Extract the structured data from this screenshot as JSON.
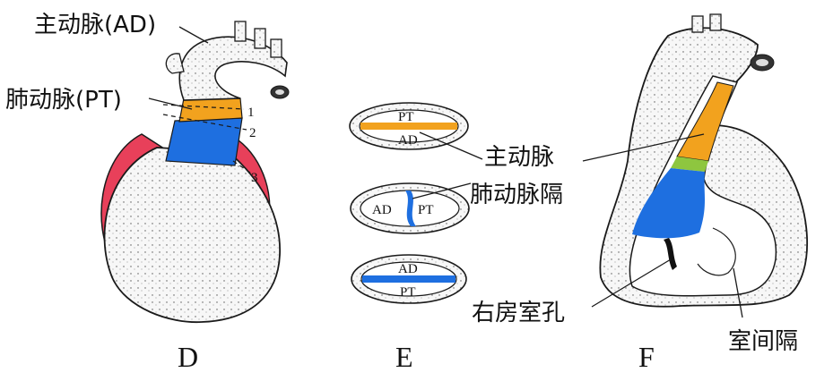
{
  "labels": {
    "aorta_ad": "主动脉(AD)",
    "pulmonary_pt": "肺动脉(PT)",
    "aorta": "主动脉",
    "aorticopulmonary_septum": "肺动脉隔",
    "right_atrial_foramen": "右房室孔",
    "ventricular_septum": "室间隔"
  },
  "levels": [
    "1",
    "2",
    "3"
  ],
  "sections": [
    {
      "top": "PT",
      "bottom": "AD"
    },
    {
      "left": "AD",
      "right": "PT"
    },
    {
      "top": "AD",
      "bottom": "PT"
    }
  ],
  "panel_letters": [
    "D",
    "E",
    "F"
  ],
  "colors": {
    "orange": "#f2a21e",
    "blue": "#1e6fe0",
    "red": "#e8405a",
    "green": "#8ec63f",
    "outline": "#1a1a1a"
  }
}
